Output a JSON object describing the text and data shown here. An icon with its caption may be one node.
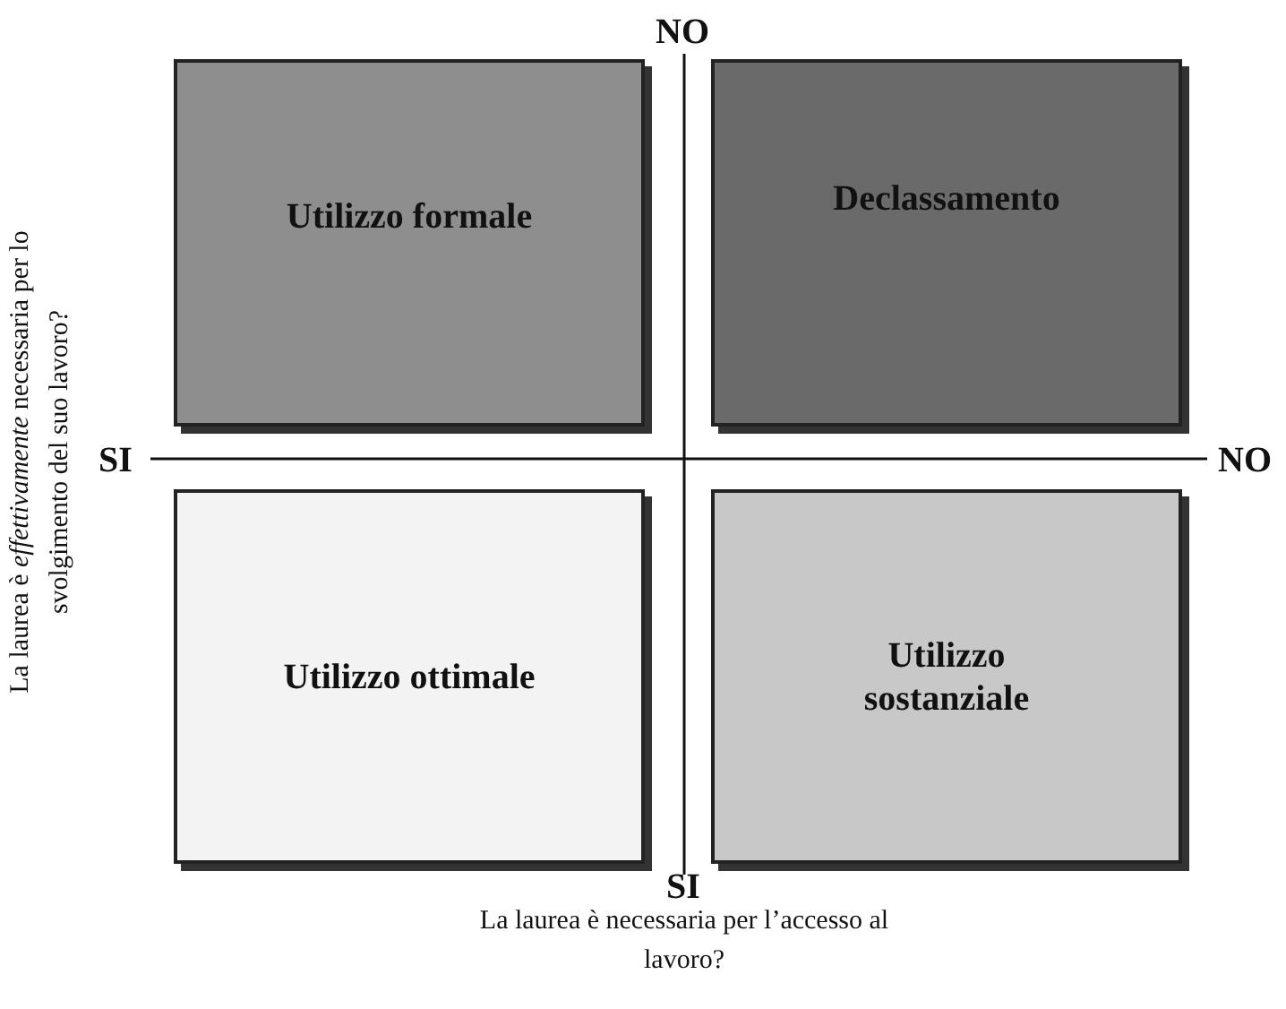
{
  "diagram": {
    "nodes": [
      {
        "text": [
          "Utilizzo formale"
        ]
      },
      {
        "text": [
          "Declassamento"
        ]
      },
      {
        "text": [
          "Utilizzo ottimale"
        ]
      },
      {
        "text": [
          "Utilizzo sostanziale"
        ]
      }
    ],
    "labels": [
      "NO",
      "SI",
      "NO",
      "SI",
      "La laurea è necessaria per l’accesso al lavoro?",
      "La laurea è *effettivamente* necessaria per lo svolgimento del suo lavoro?"
    ]
  }
}
